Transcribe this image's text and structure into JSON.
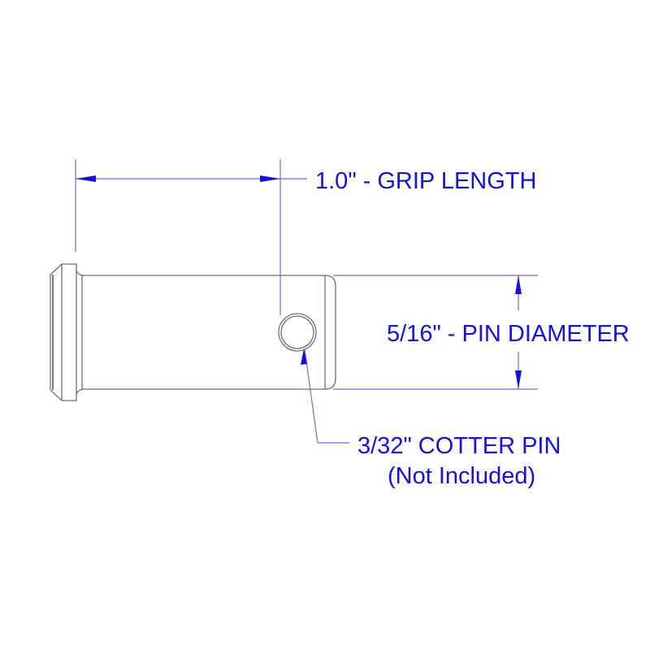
{
  "diagram": {
    "subject": "clevis-pin",
    "colors": {
      "part_outline": "#6e6e6e",
      "dimension": "#1010e8",
      "dim_line": "#6a6aee",
      "background": "#ffffff"
    },
    "labels": {
      "grip_length": "1.0\" - GRIP LENGTH",
      "pin_diameter": "5/16\" - PIN DIAMETER",
      "cotter_pin": "3/32\" COTTER PIN",
      "cotter_note": "(Not Included)"
    }
  }
}
